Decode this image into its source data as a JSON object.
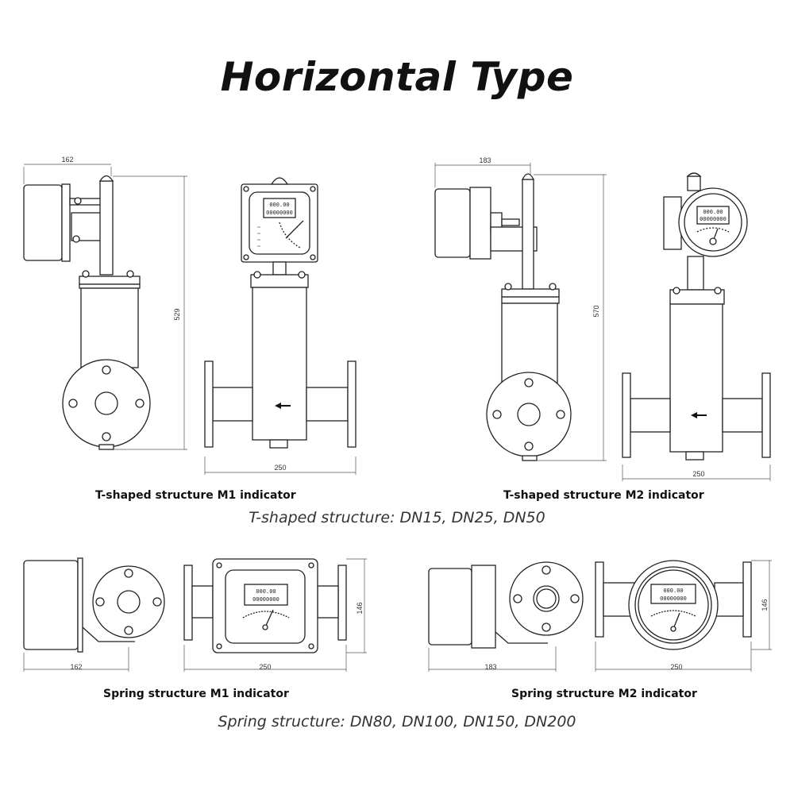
{
  "title": "Horizontal Type",
  "sections": [
    {
      "subtitle": "T-shaped structure: DN15, DN25, DN50",
      "captions": [
        "T-shaped structure M1 indicator",
        "T-shaped structure M2 indicator"
      ],
      "dims": {
        "m1_width": "162",
        "m1_height": "529",
        "m1_length": "250",
        "m2_width": "183",
        "m2_height": "570",
        "m2_length": "250"
      }
    },
    {
      "subtitle": "Spring structure: DN80, DN100, DN150, DN200",
      "captions": [
        "Spring structure M1 indicator",
        "Spring structure M2 indicator"
      ],
      "dims": {
        "m1_width": "162",
        "m1_length": "250",
        "m1_height": "146",
        "m2_width": "183",
        "m2_length": "250",
        "m2_height": "146"
      }
    }
  ],
  "indicator": {
    "display_top": "000.00",
    "display_bottom": "00000000"
  },
  "icons": [
    "flow-direction-arrow-icon"
  ]
}
